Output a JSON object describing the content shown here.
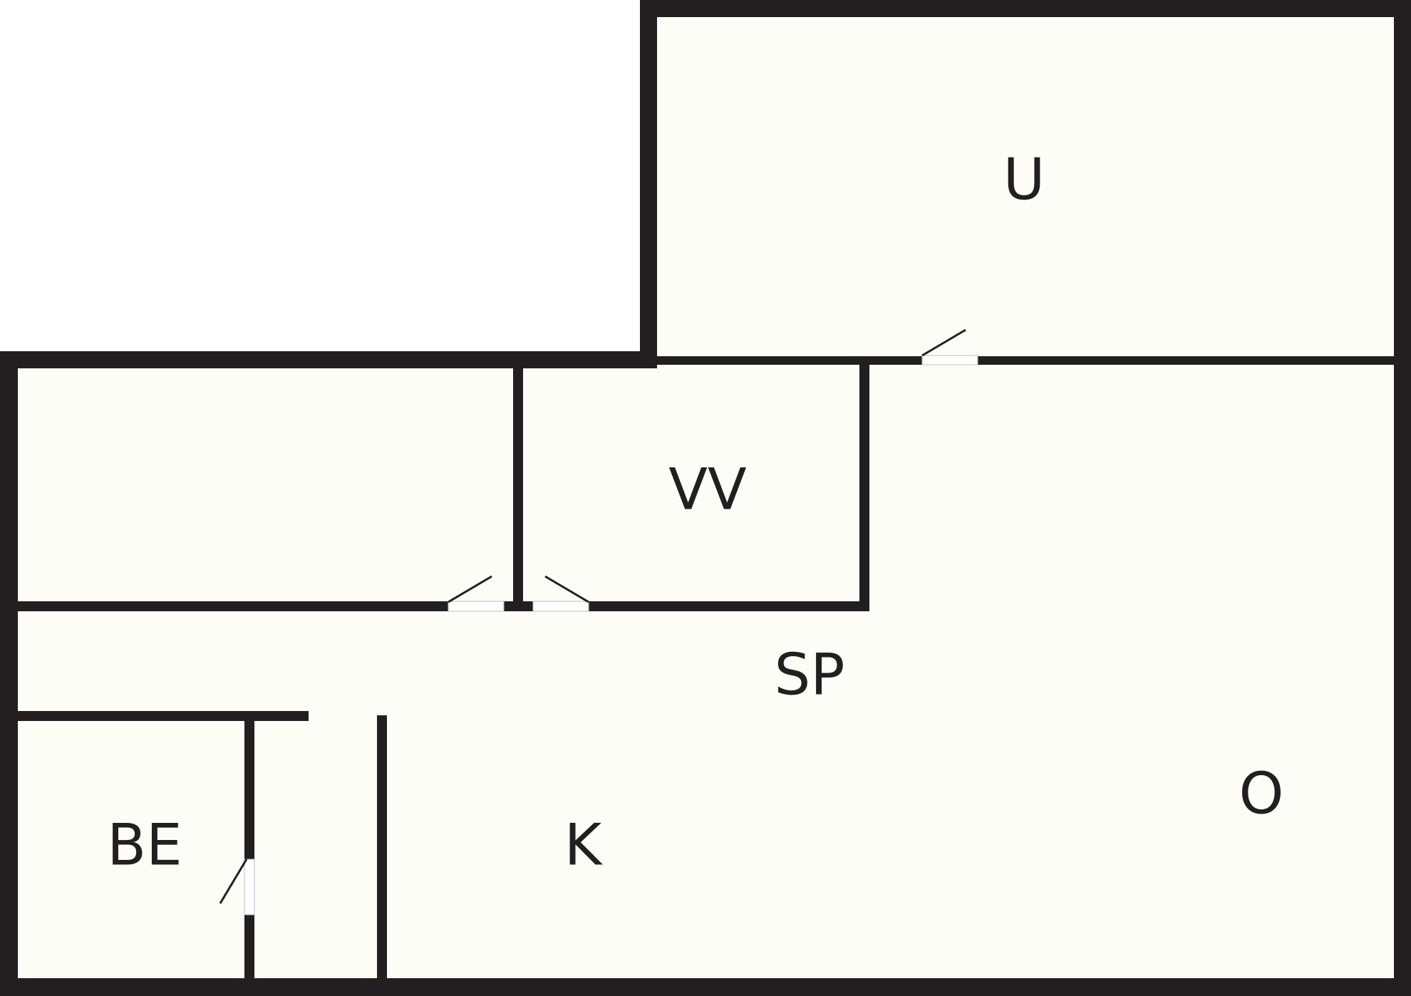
{
  "plan": {
    "colors": {
      "wall": "#231f20",
      "floor": "#fdfdf8",
      "background": "#ffffff"
    },
    "rooms": {
      "u": "U",
      "vv": "VV",
      "sp": "SP",
      "o": "O",
      "be": "BE",
      "k": "K"
    }
  }
}
